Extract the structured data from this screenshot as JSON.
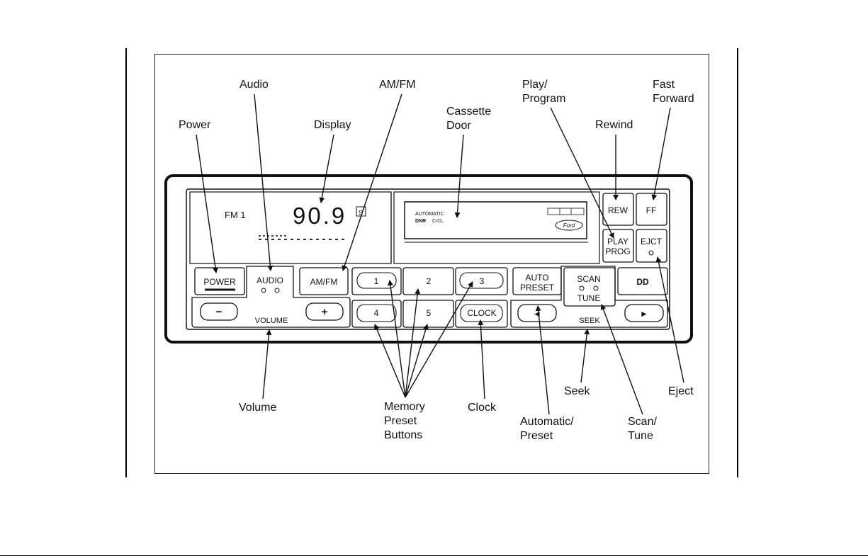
{
  "callouts": {
    "power": "Power",
    "audio": "Audio",
    "display": "Display",
    "am_fm": "AM/FM",
    "cassette_door": "Cassette\nDoor",
    "play_program": "Play/\nProgram",
    "rewind": "Rewind",
    "fast_forward": "Fast\nForward",
    "volume": "Volume",
    "memory_preset": "Memory\nPreset\nButtons",
    "clock": "Clock",
    "automatic_preset": "Automatic/\nPreset",
    "seek": "Seek",
    "scan_tune": "Scan/\nTune",
    "eject": "Eject"
  },
  "radio": {
    "band": "FM 1",
    "frequency": "90.9",
    "stereo_mark": "S",
    "tape_mode": "AUTOMATIC",
    "tape_dnr": "DNR",
    "tape_chrome": "CrO₂",
    "brand": "Ford"
  },
  "buttons": {
    "power": "POWER",
    "audio": "AUDIO",
    "am_fm": "AM/FM",
    "preset_1": "1",
    "preset_2": "2",
    "preset_3": "3",
    "preset_4": "4",
    "preset_5": "5",
    "clock": "CLOCK",
    "auto_line1": "AUTO",
    "auto_line2": "PRESET",
    "scan": "SCAN",
    "tune": "TUNE",
    "dolby": "DD",
    "rew": "REW",
    "ff": "FF",
    "play_line1": "PLAY",
    "play_line2": "PROG",
    "eject": "EJCT",
    "vol_minus": "−",
    "vol_plus": "+",
    "volume": "VOLUME",
    "seek": "SEEK",
    "seek_back": "◄",
    "seek_fwd": "►"
  }
}
